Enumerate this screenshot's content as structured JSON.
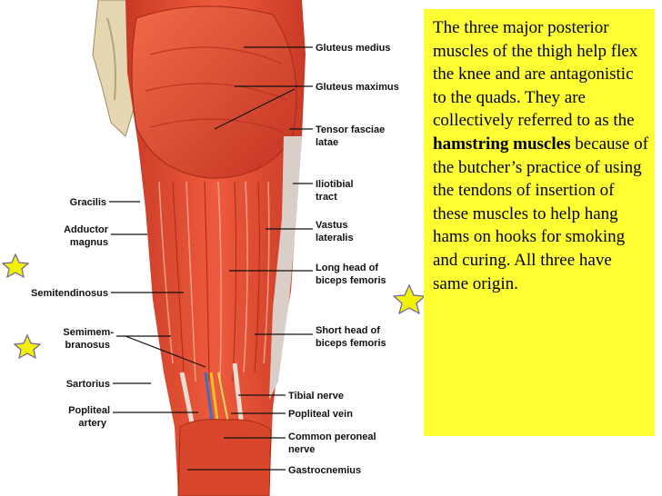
{
  "caption": {
    "part1": "The three major posterior muscles of the thigh help flex the knee and are antagonistic to the quads.  They are collectively referred to as the ",
    "bold_term": "hamstring muscles",
    "part2": " because of the butcher’s practice of using the tendons of insertion of these muscles to help hang hams on hooks for smoking and curing.  All three have same origin."
  },
  "labels_right": [
    {
      "line1": "Gluteus medius",
      "line2": ""
    },
    {
      "line1": "Gluteus maximus",
      "line2": ""
    },
    {
      "line1": "Tensor fasciae",
      "line2": "latae"
    },
    {
      "line1": "Iliotibial",
      "line2": "tract"
    },
    {
      "line1": "Vastus",
      "line2": "lateralis"
    },
    {
      "line1": "Long head of",
      "line2": "biceps femoris"
    },
    {
      "line1": "Short head of",
      "line2": "biceps femoris"
    },
    {
      "line1": "Tibial nerve",
      "line2": ""
    },
    {
      "line1": "Popliteal vein",
      "line2": ""
    },
    {
      "line1": "Common peroneal",
      "line2": "nerve"
    },
    {
      "line1": "Gastrocnemius",
      "line2": ""
    }
  ],
  "labels_left": [
    {
      "line1": "Gracilis",
      "line2": ""
    },
    {
      "line1": "Adductor",
      "line2": "magnus"
    },
    {
      "line1": "Semitendinosus",
      "line2": ""
    },
    {
      "line1": "Semimem-",
      "line2": "branosus"
    },
    {
      "line1": "Sartorius",
      "line2": ""
    },
    {
      "line1": "Popliteal",
      "line2": "artery"
    }
  ],
  "icons": [
    "star-icon",
    "star-icon",
    "star-icon"
  ],
  "colors": {
    "caption_background": "#ffff33",
    "muscle": "#e0482f",
    "star": "#f2f200"
  }
}
